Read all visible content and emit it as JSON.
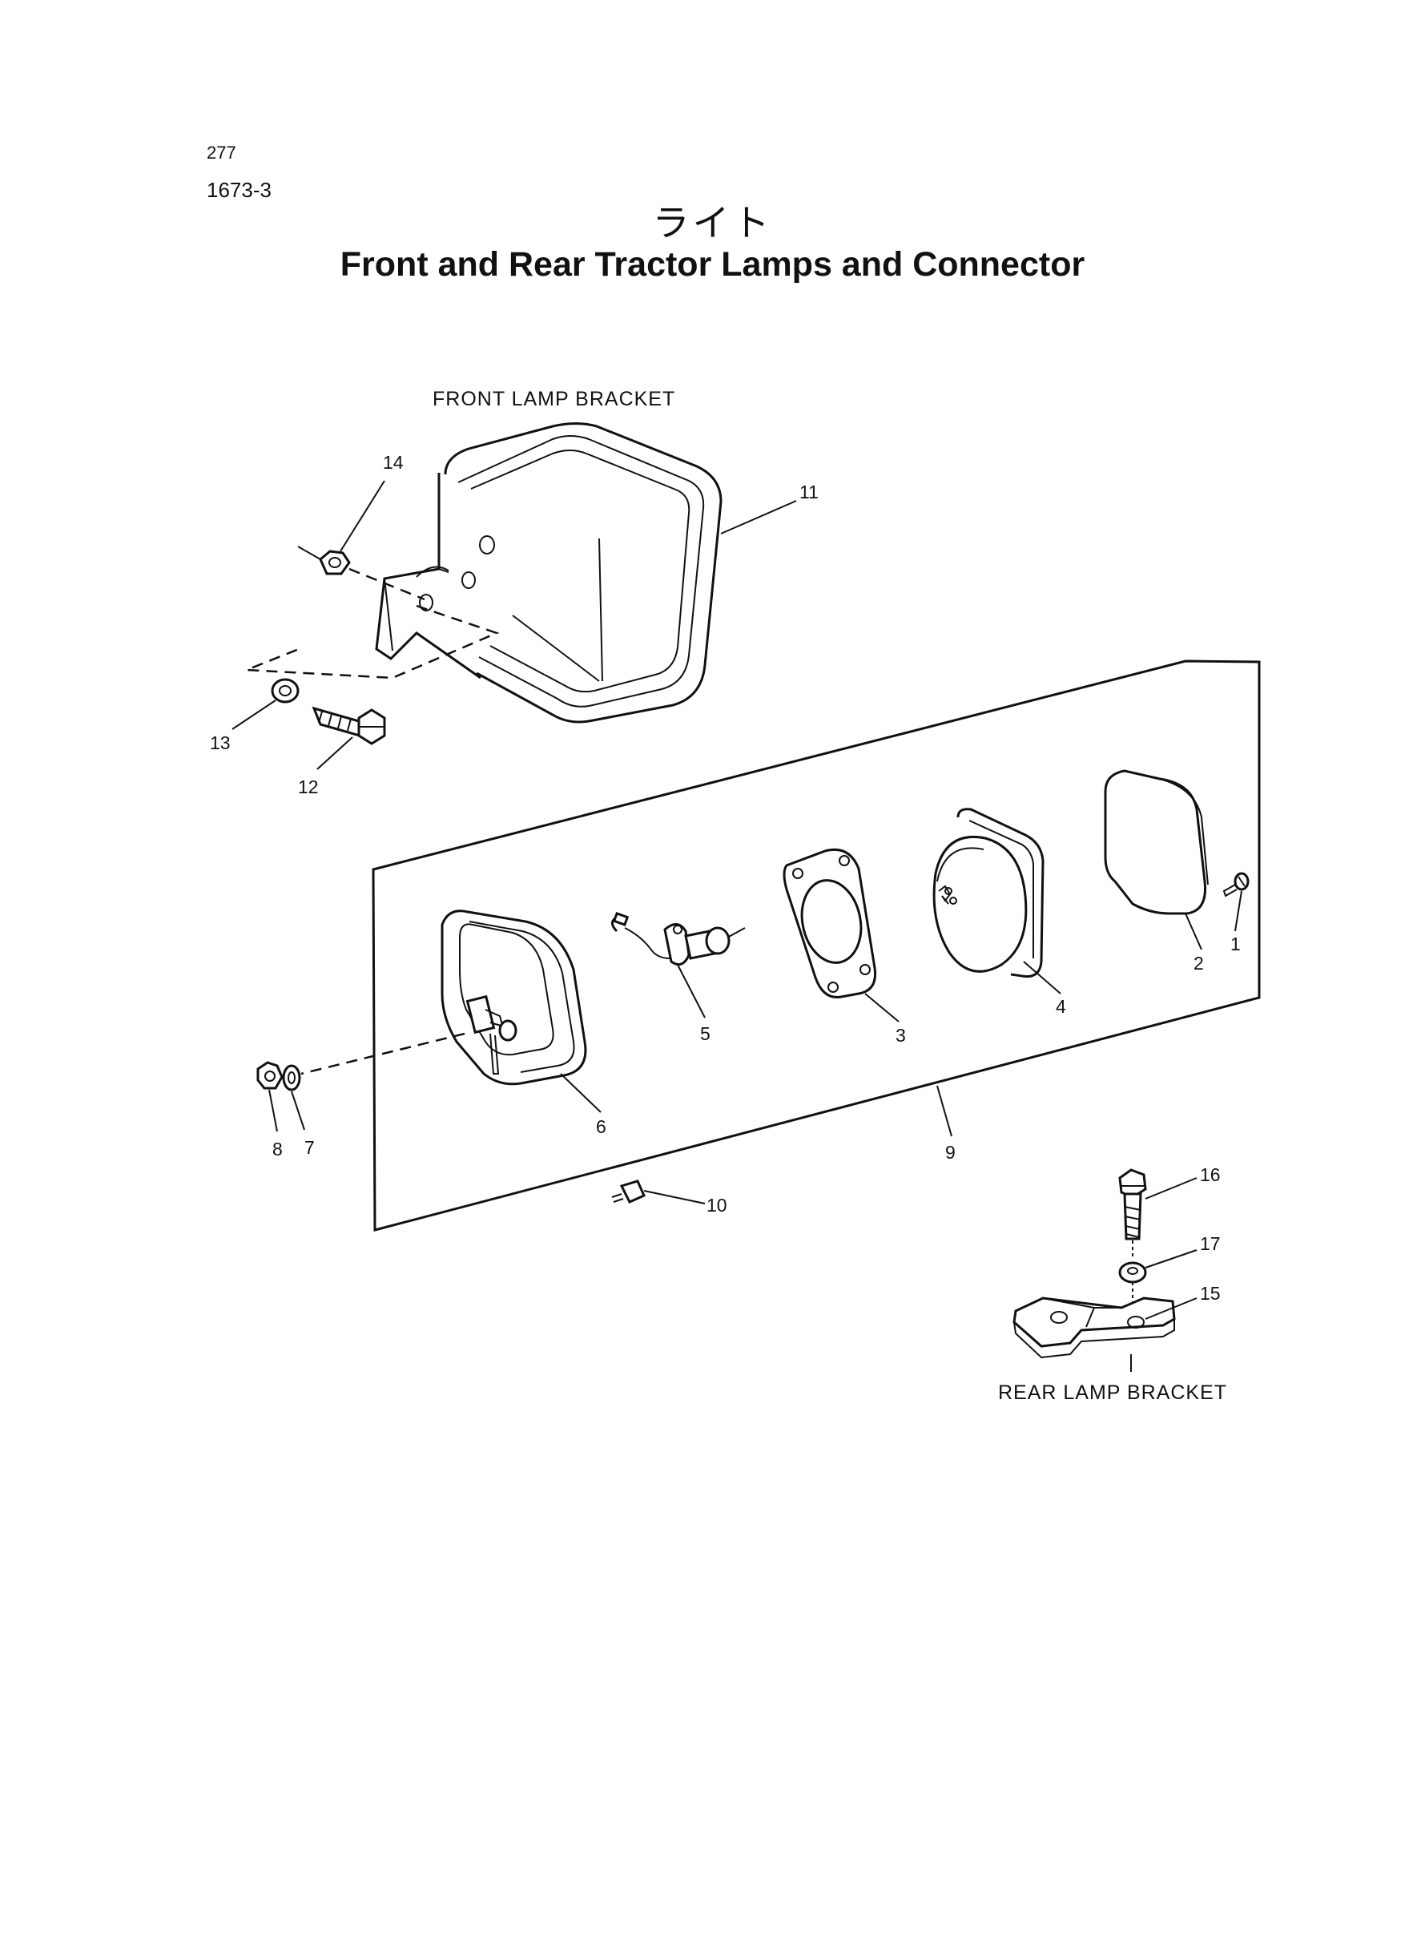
{
  "header": {
    "page_number": "277",
    "figure_code": "1673-3",
    "title_japanese": "ライト",
    "title_english": "Front and Rear Tractor Lamps and Connector"
  },
  "captions": {
    "front_bracket": "FRONT LAMP BRACKET",
    "rear_bracket": "REAR LAMP BRACKET"
  },
  "callouts": {
    "c1": "1",
    "c2": "2",
    "c3": "3",
    "c4": "4",
    "c5": "5",
    "c6": "6",
    "c7": "7",
    "c8": "8",
    "c9": "9",
    "c10": "10",
    "c11": "11",
    "c12": "12",
    "c13": "13",
    "c14": "14",
    "c15": "15",
    "c16": "16",
    "c17": "17"
  }
}
